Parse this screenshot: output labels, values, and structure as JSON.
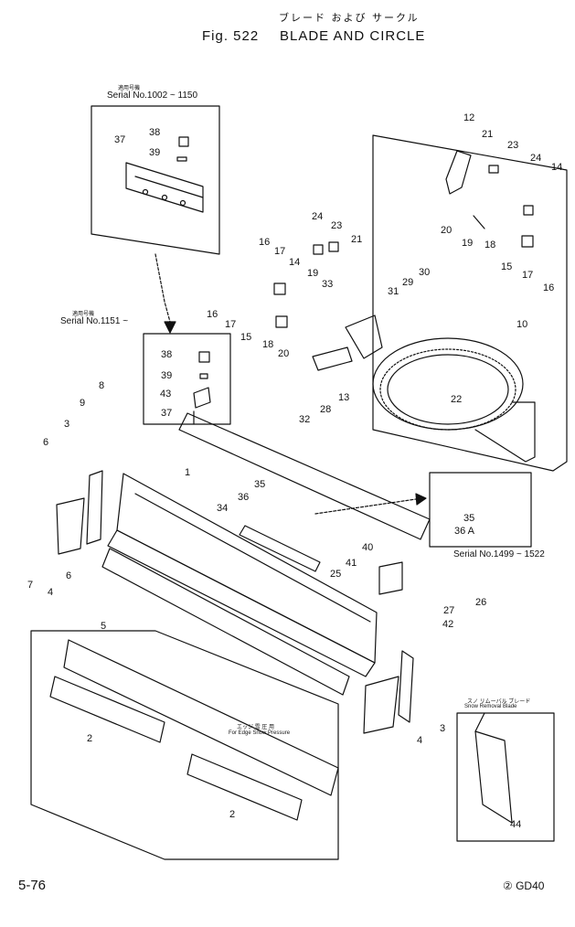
{
  "header": {
    "title_jp": "ブレード および サークル",
    "figure_label": "Fig. 522",
    "figure_title": "BLADE AND CIRCLE"
  },
  "serial_notes": {
    "top_jp": "適用号機",
    "top": "Serial No.1002 ~ 1150",
    "middle_jp": "適用号機",
    "middle": "Serial No.1151 ~",
    "right": "Serial No.1499 ~ 1522"
  },
  "notes": {
    "edge_jp": "エッジ 雪 圧 用",
    "edge": "For Edge Snow Pressure",
    "snow_jp": "スノ リムーバル ブレード",
    "snow": "Snow Removal Blade"
  },
  "callouts": [
    "38",
    "39",
    "37",
    "38",
    "39",
    "43",
    "37",
    "12",
    "21",
    "23",
    "24",
    "14",
    "20",
    "19",
    "18",
    "15",
    "17",
    "16",
    "24",
    "23",
    "21",
    "16",
    "17",
    "14",
    "19",
    "33",
    "31",
    "29",
    "30",
    "16",
    "17",
    "15",
    "18",
    "20",
    "13",
    "22",
    "10",
    "32",
    "28",
    "8",
    "9",
    "3",
    "6",
    "7",
    "4",
    "6",
    "5",
    "1",
    "35",
    "36",
    "34",
    "35",
    "36 A",
    "40",
    "41",
    "25",
    "26",
    "27",
    "42",
    "2",
    "2",
    "4",
    "3",
    "44"
  ],
  "footer": {
    "page": "5-76",
    "code": "② GD40"
  }
}
